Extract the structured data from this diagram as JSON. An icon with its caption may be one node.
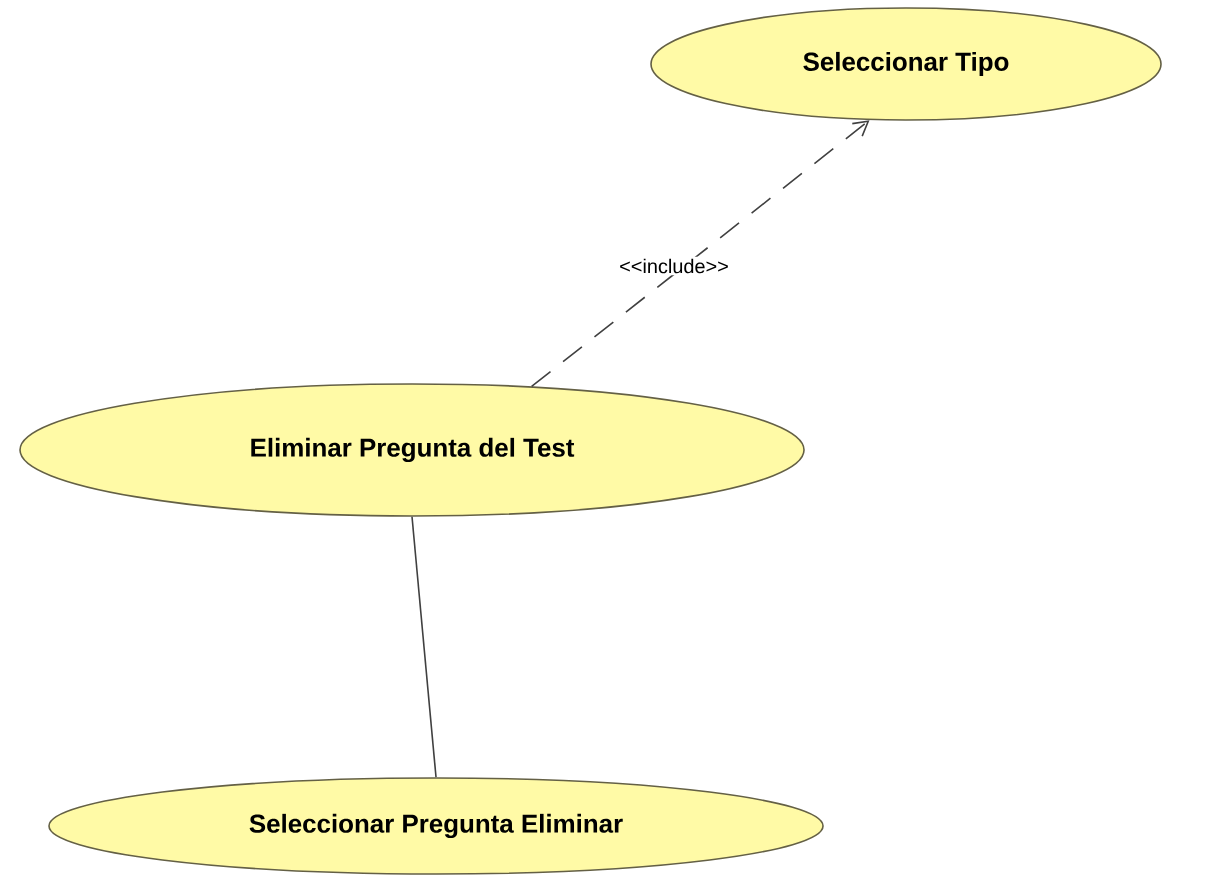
{
  "diagram": {
    "nodes": [
      {
        "text": [
          "Seleccionar Tipo"
        ]
      },
      {
        "text": [
          "Eliminar Pregunta del Test"
        ]
      },
      {
        "text": [
          "Seleccionar Pregunta  Eliminar"
        ]
      }
    ],
    "edges": [
      {
        "from": 1,
        "to": 0,
        "arrow": "to",
        "style": "dashed",
        "label": "<<include>>"
      },
      {
        "from": 1,
        "to": 2,
        "arrow": "none"
      }
    ]
  }
}
